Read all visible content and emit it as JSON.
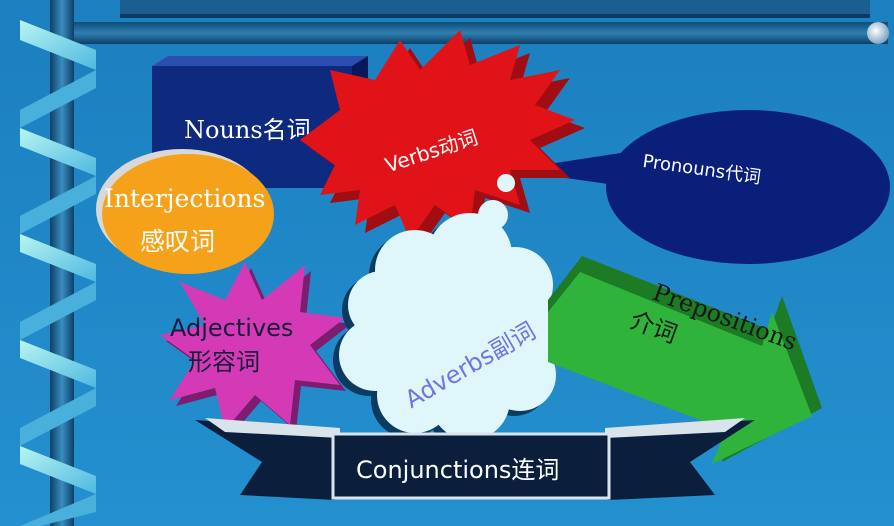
{
  "slide": {
    "background": "#1f86c6",
    "labels": {
      "nouns": "Nouns名词",
      "verbs": "Verbs动词",
      "pronouns": "Pronouns代词",
      "interjections_en": "Interjections",
      "interjections_zh": "感叹词",
      "adjectives_en": "Adjectives",
      "adjectives_zh": "形容词",
      "adverbs": "Adverbs副词",
      "prepositions_en": "Prepositions",
      "prepositions_zh": "介词",
      "conjunctions": "Conjunctions连词"
    },
    "colors": {
      "nouns_box": "#0d2a7e",
      "verbs_star": "#e01418",
      "pronouns_ellipse": "#0a1f7a",
      "interjections_ellipse": "#f5a21a",
      "adjectives_star": "#d43ab6",
      "adverbs_cloud": "#dff6fb",
      "prepositions_arrow": "#2fb33a",
      "conjunctions_banner": "#0b1f3c",
      "pillar": "#1a5f8f",
      "ribbon": "#9be7ef"
    }
  }
}
